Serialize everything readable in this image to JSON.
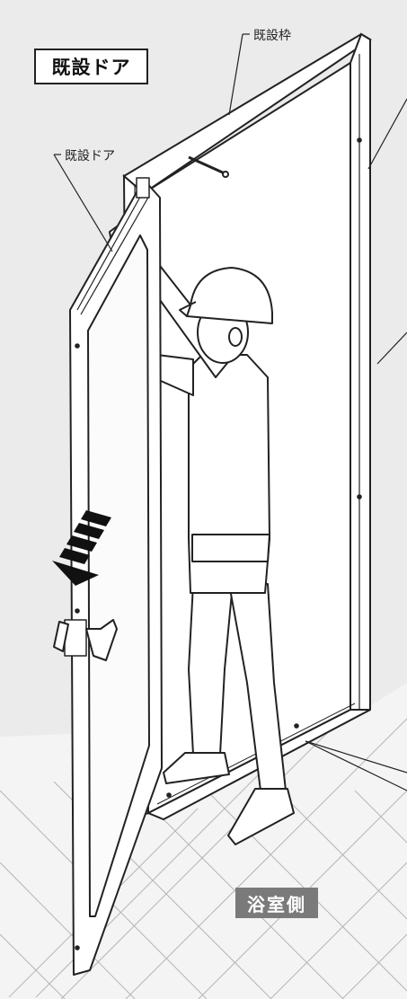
{
  "title": "既設ドア",
  "callouts": {
    "frame": "既設枠",
    "door": "既設ドア"
  },
  "floor_label": "浴室側",
  "colors": {
    "wall": "#ebebeb",
    "floor_tile": "#f4f4f4",
    "line": "#222222",
    "badge": "#7a7a7a",
    "arrow": "#111111"
  },
  "icons": {
    "direction": "down-left-arrow-icon"
  }
}
